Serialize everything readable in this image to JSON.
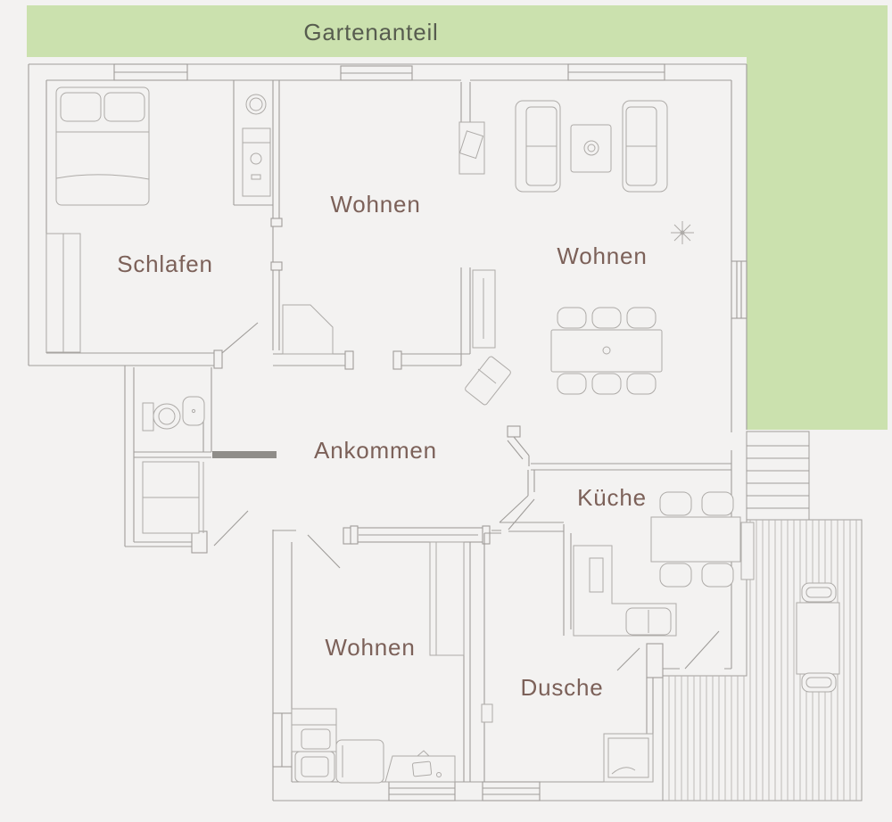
{
  "theme": {
    "background": "#f3f2f1",
    "wall": "#a09d9a",
    "furniture": "#aeaba8",
    "deck": "#b8b5b2",
    "label": "#7c6159",
    "garden_fill": "#cbe1ae",
    "garden_label": "#575c4f",
    "mat": "#8f8d89"
  },
  "garden": {
    "label": "Gartenanteil"
  },
  "labels": {
    "schlafen": "Schlafen",
    "wohnen_top": "Wohnen",
    "wohnen_right": "Wohnen",
    "wohnen_bottom": "Wohnen",
    "ankommen": "Ankommen",
    "kueche": "Küche",
    "dusche": "Dusche"
  }
}
